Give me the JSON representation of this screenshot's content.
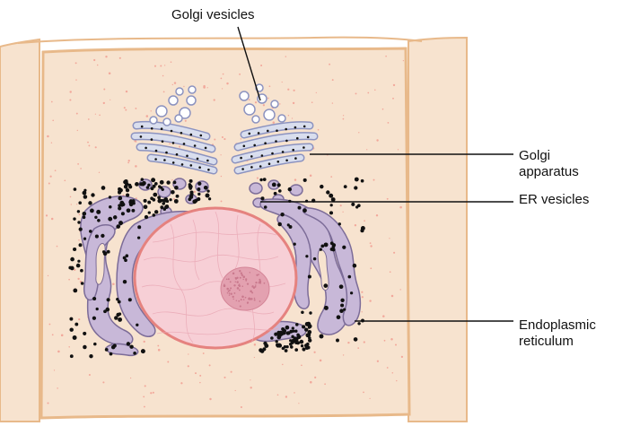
{
  "labels": {
    "golgi_vesicles": "Golgi vesicles",
    "golgi_apparatus_line1": "Golgi",
    "golgi_apparatus_line2": "apparatus",
    "er_vesicles": "ER vesicles",
    "endoplasmic_reticulum_line1": "Endoplasmic",
    "endoplasmic_reticulum_line2": "reticulum"
  },
  "colors": {
    "cytoplasm": "#f7e3cf",
    "cell_wall": "#e8b98a",
    "golgi": "#d9deee",
    "golgi_outline": "#8c93c0",
    "er": "#c8b8d8",
    "er_outline": "#7c6c98",
    "nucleus": "#f7cfd6",
    "nuclear_envelope": "#e5827f",
    "nucleolus": "#e3a1b0",
    "ribosome": "#111111",
    "speckle": "#f2a89b"
  }
}
